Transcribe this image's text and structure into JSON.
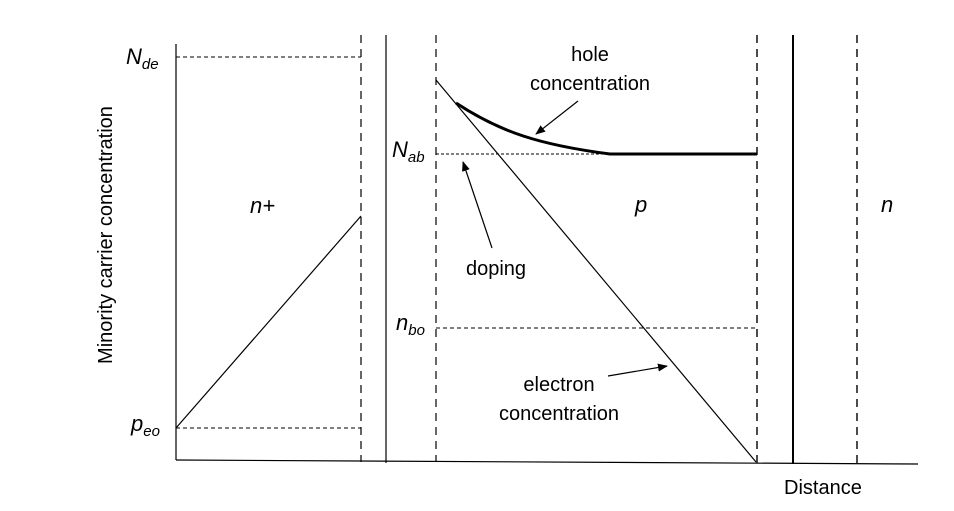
{
  "diagram": {
    "y_axis_label": "Minority carrier concentration",
    "x_axis_label": "Distance",
    "regions": {
      "emitter": "n+",
      "base": "p",
      "collector": "n"
    },
    "levels": {
      "emitter_doping": {
        "main": "N",
        "sub": "de"
      },
      "emitter_equilibrium": {
        "main": "p",
        "sub": "eo"
      },
      "base_doping": {
        "main": "N",
        "sub": "ab"
      },
      "base_equilibrium": {
        "main": "n",
        "sub": "bo"
      }
    },
    "annotations": {
      "hole_line1": "hole",
      "hole_line2": "concentration",
      "doping": "doping",
      "electron_line1": "electron",
      "electron_line2": "concentration"
    }
  }
}
